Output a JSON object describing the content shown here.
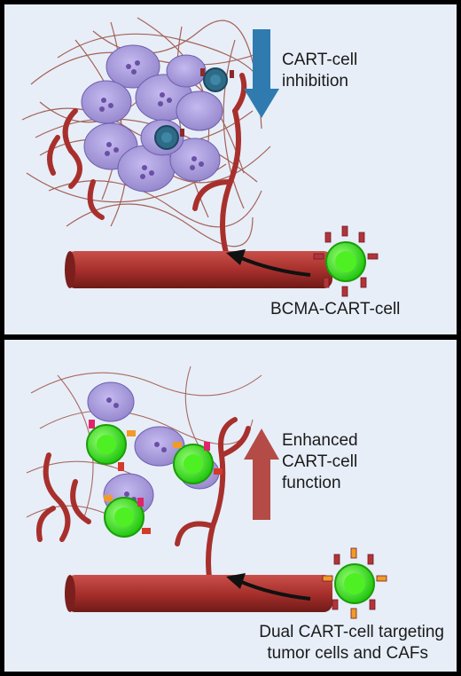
{
  "top_panel": {
    "arrow_label_line1": "CART-cell",
    "arrow_label_line2": "inhibition",
    "arrow_direction": "down",
    "arrow_color": "#2f7bb0",
    "cell_label": "BCMA-CART-cell"
  },
  "bottom_panel": {
    "arrow_label_line1": "Enhanced",
    "arrow_label_line2": "CART-cell",
    "arrow_label_line3": "function",
    "arrow_direction": "up",
    "arrow_color": "#b54b47",
    "cell_label_line1": "Dual CART-cell targeting",
    "cell_label_line2": "tumor cells and CAFs"
  },
  "colors": {
    "background": "#e7eef8",
    "vessel": "#a8302c",
    "fibers": "#9a4a3c",
    "tumor_cell": "#a99bd6",
    "cart_cell": "#3ee01a",
    "inactive_tcell": "#2d6b86"
  }
}
